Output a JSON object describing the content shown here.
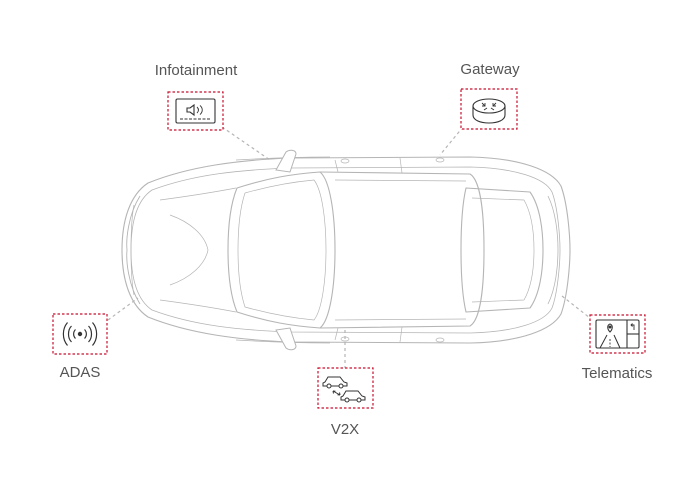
{
  "colors": {
    "accent": "#c8102e",
    "line": "#b5b5b5",
    "label_text": "#555555",
    "icon_stroke": "#333333"
  },
  "labels": {
    "infotainment": "Infotainment",
    "gateway": "Gateway",
    "adas": "ADAS",
    "v2x": "V2X",
    "telematics": "Telematics"
  },
  "icons": {
    "infotainment": "speaker-screen-icon",
    "gateway": "router-icon",
    "adas": "wireless-signal-icon",
    "v2x": "connected-cars-icon",
    "telematics": "navigation-map-icon"
  }
}
